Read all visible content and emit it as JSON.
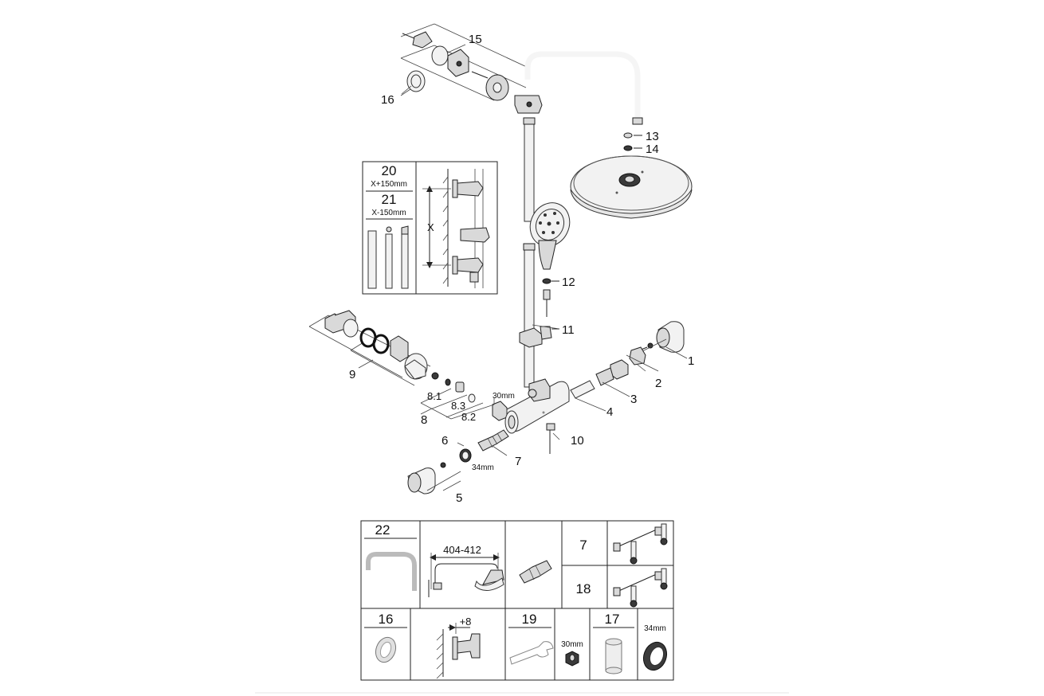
{
  "callouts": {
    "c1": "1",
    "c2": "2",
    "c3": "3",
    "c4": "4",
    "c5": "5",
    "c6": "6",
    "c7": "7",
    "c8": "8",
    "c8_1": "8.1",
    "c8_2": "8.2",
    "c8_3": "8.3",
    "c9": "9",
    "c10": "10",
    "c11": "11",
    "c12": "12",
    "c13": "13",
    "c14": "14",
    "c15": "15",
    "c16": "16"
  },
  "dims": {
    "d30mm": "30mm",
    "d34mm": "34mm"
  },
  "inset": {
    "n20": "20",
    "n20_label": "X+150mm",
    "n21": "21",
    "n21_label": "X-150mm",
    "x_label": "X"
  },
  "table": {
    "n22": "22",
    "arm_dim": "404-412",
    "n7": "7",
    "n18": "18",
    "n16": "16",
    "offset": "+8",
    "n19": "19",
    "wrench_size": "30mm",
    "n17": "17",
    "ring_size": "34mm"
  },
  "colors": {
    "line": "#222222",
    "part_fill": "#d9d9d9",
    "dark_fill": "#3a3a3a"
  },
  "icons": [
    "shower-arm-icon",
    "head-shower-icon",
    "hand-shower-icon",
    "thermostat-body-icon",
    "cartridge-icon",
    "thermometer-icon",
    "wrench-icon",
    "nut-icon",
    "ring-icon"
  ]
}
